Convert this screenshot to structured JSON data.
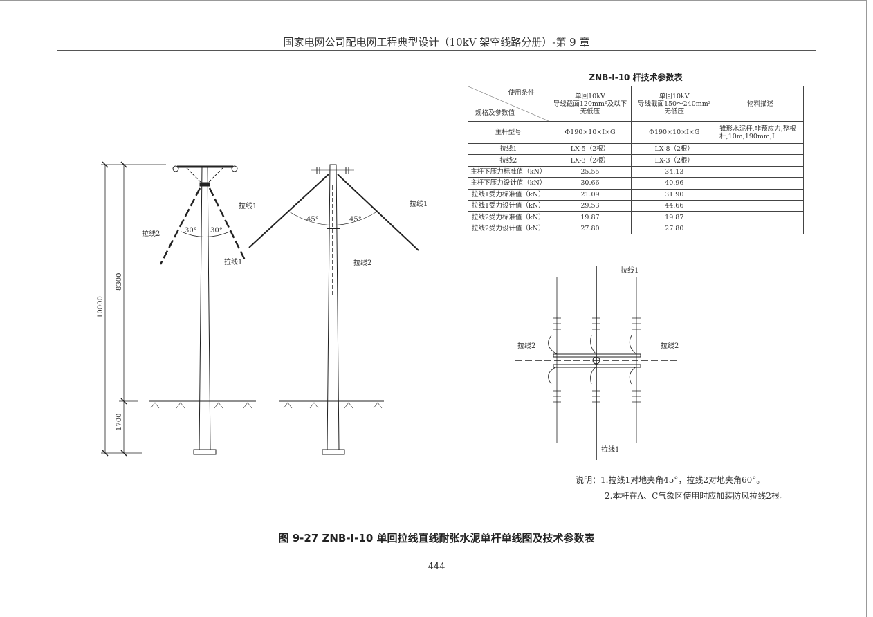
{
  "header": {
    "title": "国家电网公司配电网工程典型设计（10kV 架空线路分册）-第 9 章"
  },
  "table": {
    "title": "ZNB-Ⅰ-10 杆技术参数表",
    "corner_top": "使用条件",
    "corner_bottom": "规格及参数值",
    "col1": [
      "单回10kV",
      "导线截面120mm²及以下",
      "无低压"
    ],
    "col2": [
      "单回10kV",
      "导线截面150～240mm²",
      "无低压"
    ],
    "col3": "物料描述",
    "rows": [
      {
        "label": "主杆型号",
        "v1": "Φ190×10×I×G",
        "v2": "Φ190×10×I×G",
        "note": "锥形水泥杆,非预应力,整根杆,10m,190mm,I"
      },
      {
        "label": "拉线1",
        "v1": "LX-5（2根）",
        "v2": "LX-8（2根）",
        "note": ""
      },
      {
        "label": "拉线2",
        "v1": "LX-3（2根）",
        "v2": "LX-3（2根）",
        "note": ""
      },
      {
        "label": "主杆下压力标准值（kN）",
        "v1": "25.55",
        "v2": "34.13",
        "note": ""
      },
      {
        "label": "主杆下压力设计值（kN）",
        "v1": "30.66",
        "v2": "40.96",
        "note": ""
      },
      {
        "label": "拉线1受力标准值（kN）",
        "v1": "21.09",
        "v2": "31.90",
        "note": ""
      },
      {
        "label": "拉线1受力设计值（kN）",
        "v1": "29.53",
        "v2": "44.66",
        "note": ""
      },
      {
        "label": "拉线2受力标准值（kN）",
        "v1": "19.87",
        "v2": "19.87",
        "note": ""
      },
      {
        "label": "拉线2受力设计值（kN）",
        "v1": "27.80",
        "v2": "27.80",
        "note": ""
      }
    ]
  },
  "drawing": {
    "dim_total": "10000",
    "dim_above": "8300",
    "dim_below": "1700",
    "guy1": "拉线1",
    "guy2": "拉线2",
    "angle30": "30°",
    "angle45": "45°"
  },
  "notes": {
    "line1": "说明：1.拉线1对地夹角45°，拉线2对地夹角60°。",
    "line2": "2.本杆在A、C气象区使用时应加装防风拉线2根。"
  },
  "caption": "图 9-27  ZNB-Ⅰ-10 单回拉线直线耐张水泥单杆单线图及技术参数表",
  "page_number": "- 444 -"
}
